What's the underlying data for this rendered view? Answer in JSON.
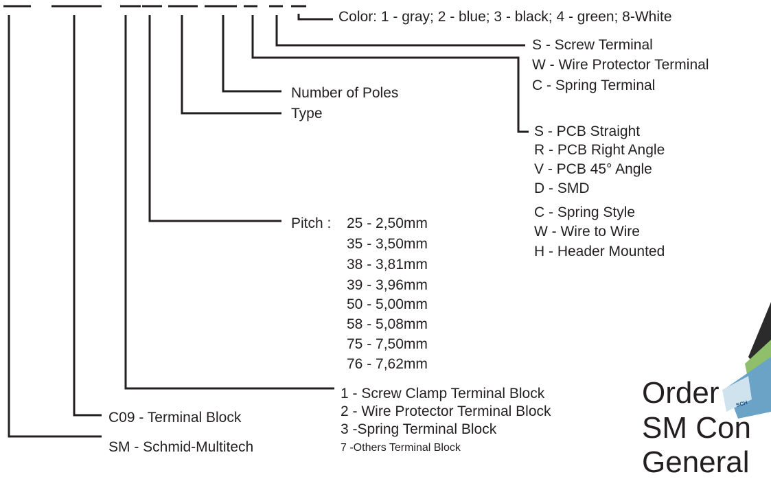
{
  "color": "Color: 1 - gray; 2 - blue; 3 - black; 4 - green; 8-White",
  "terminal": [
    "S - Screw Terminal",
    "W - Wire Protector Terminal",
    "C - Spring Terminal"
  ],
  "poles": "Number of Poles",
  "type": "Type",
  "mount": [
    "S - PCB Straight",
    "R - PCB Right Angle",
    "V - PCB 45° Angle",
    "D - SMD",
    "C - Spring Style",
    "W - Wire to Wire",
    "H - Header Mounted"
  ],
  "pitch_label": "Pitch :",
  "pitch": [
    "25 - 2,50mm",
    "35 - 3,50mm",
    "38 - 3,81mm",
    "39 - 3,96mm",
    "50 - 5,00mm",
    "58 - 5,08mm",
    "75 - 7,50mm",
    "76 - 7,62mm"
  ],
  "block": [
    "1 - Screw Clamp Terminal Block",
    "2 - Wire Protector Terminal Block",
    "3 -Spring Terminal Block",
    "7 -Others Terminal Block"
  ],
  "c09": "C09 - Terminal Block",
  "sm": "SM  - Schmid-Multitech",
  "cropped": [
    "Order",
    "SM Con",
    "General"
  ],
  "logo_text": "SCH"
}
